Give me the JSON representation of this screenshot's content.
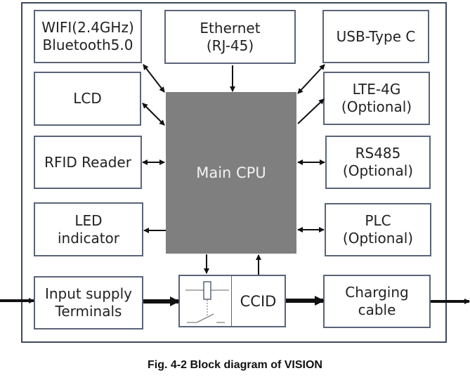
{
  "diagram": {
    "blocks": {
      "wifi": "WIFI(2.4GHz)\nBluetooth5.0",
      "ethernet": "Ethernet\n(RJ-45)",
      "usb": "USB-Type C",
      "lcd": "LCD",
      "lte": "LTE-4G\n(Optional)",
      "rfid": "RFID Reader",
      "rs485": "RS485\n(Optional)",
      "led": "LED\nindicator",
      "plc": "PLC\n(Optional)",
      "input": "Input supply\nTerminals",
      "ccid": "CCID",
      "charging": "Charging\ncable",
      "cpu": "Main CPU"
    },
    "connections": [
      {
        "from": "wifi",
        "to": "cpu",
        "type": "bidirectional"
      },
      {
        "from": "ethernet",
        "to": "cpu",
        "type": "unidirectional"
      },
      {
        "from": "usb",
        "to": "cpu",
        "type": "bidirectional"
      },
      {
        "from": "lcd",
        "to": "cpu",
        "type": "bidirectional"
      },
      {
        "from": "cpu",
        "to": "lte",
        "type": "unidirectional"
      },
      {
        "from": "rfid",
        "to": "cpu",
        "type": "bidirectional"
      },
      {
        "from": "rs485",
        "to": "cpu",
        "type": "bidirectional"
      },
      {
        "from": "cpu",
        "to": "led",
        "type": "unidirectional"
      },
      {
        "from": "plc",
        "to": "cpu",
        "type": "bidirectional"
      },
      {
        "from": "cpu",
        "to": "ccid-relay",
        "type": "unidirectional"
      },
      {
        "from": "ccid",
        "to": "cpu",
        "type": "unidirectional"
      },
      {
        "from": "external",
        "to": "input",
        "type": "power"
      },
      {
        "from": "input",
        "to": "ccid-relay",
        "type": "power"
      },
      {
        "from": "ccid",
        "to": "charging",
        "type": "power"
      },
      {
        "from": "charging",
        "to": "external",
        "type": "power"
      }
    ]
  },
  "caption": "Fig. 4-2 Block diagram of VISION"
}
